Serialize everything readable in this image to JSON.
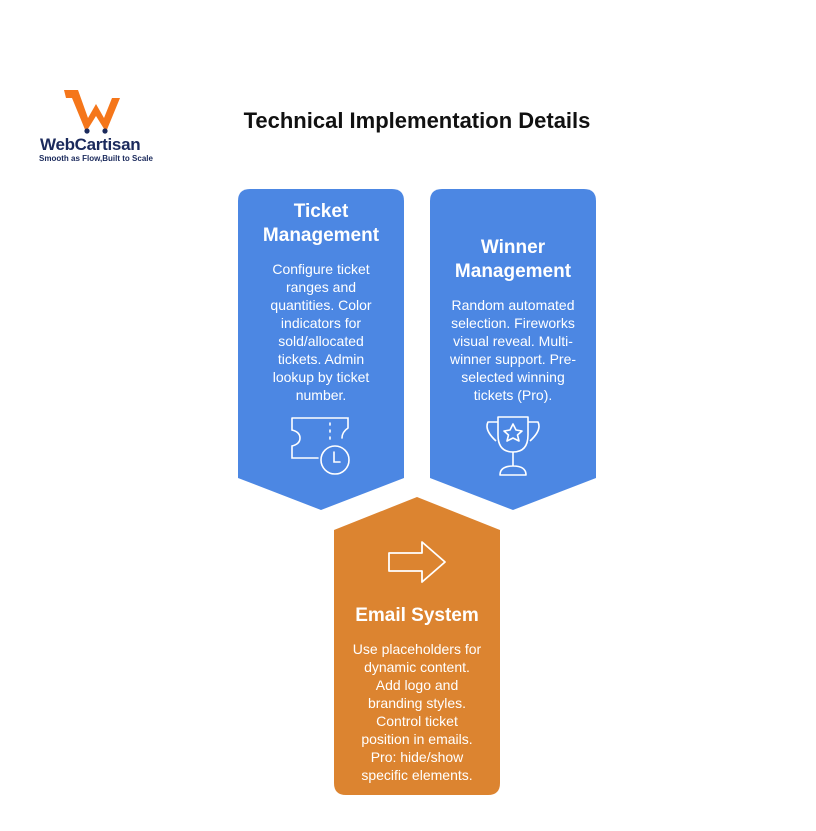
{
  "title": "Technical Implementation Details",
  "logo": {
    "name": "WebCartisan",
    "tagline": "Smooth as Flow,Built to Scale"
  },
  "colors": {
    "blue": "#4c87e3",
    "orange": "#dc8430",
    "logo_orange": "#f5761a",
    "logo_navy": "#1b2a5c"
  },
  "cards": [
    {
      "title": "Ticket\nManagement",
      "body": "Configure ticket\nranges and\nquantities. Color\nindicators for\nsold/allocated\ntickets. Admin\nlookup by ticket\nnumber.",
      "icon": "ticket-clock-icon"
    },
    {
      "title": "Winner\nManagement",
      "body": "Random automated\nselection. Fireworks\nvisual reveal. Multi-\nwinner support. Pre-\nselected winning\ntickets (Pro).",
      "icon": "trophy-star-icon"
    },
    {
      "title": "Email System",
      "body": "Use placeholders for\ndynamic content.\nAdd logo and\nbranding styles.\nControl ticket\nposition in emails.\nPro: hide/show\nspecific elements.",
      "icon": "arrow-right-icon"
    }
  ]
}
